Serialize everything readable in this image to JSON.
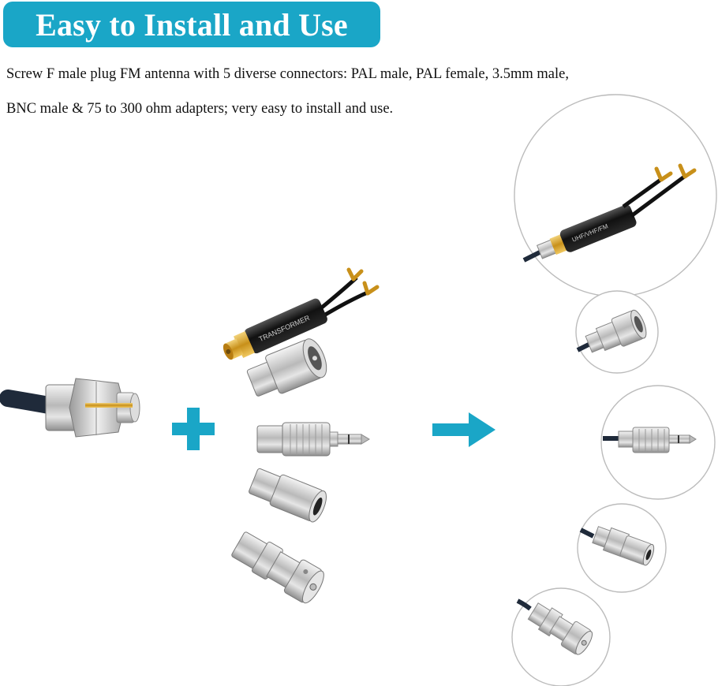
{
  "banner": {
    "title": "Easy to Install and Use"
  },
  "description": {
    "line1": "Screw F male plug FM antenna with 5 diverse connectors: PAL male, PAL female, 3.5mm male,",
    "line2": "BNC male & 75 to 300 ohm adapters; very easy to install and use."
  },
  "transformer_label": "TRANSFORMER",
  "colors": {
    "accent": "#1aa6c7",
    "metal": "#c9c9c9",
    "gold": "#d9a521",
    "cable": "#1f2a3a"
  },
  "icons": [
    "plus-icon",
    "arrow-right-icon"
  ]
}
